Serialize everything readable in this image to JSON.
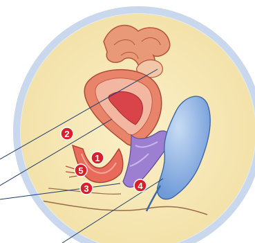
{
  "badges": [
    {
      "label": "1",
      "color": "#d81f2a"
    },
    {
      "label": "2",
      "color": "#d81f2a"
    },
    {
      "label": "3",
      "color": "#d81f2a"
    },
    {
      "label": "4",
      "color": "#d81f2a"
    },
    {
      "label": "5",
      "color": "#d81f2a"
    }
  ],
  "colors": {
    "frame_ring": "#c9d8ec",
    "background_fill": "#f6e7b4",
    "leader_line": "#1b3a6b",
    "uterus_wall": "#e8846a",
    "uterine_cavity": "#d9434a",
    "vagina": "#9c7fd0",
    "bladder": "#8fb3e6",
    "ovary_tissue": "#e89a78"
  }
}
